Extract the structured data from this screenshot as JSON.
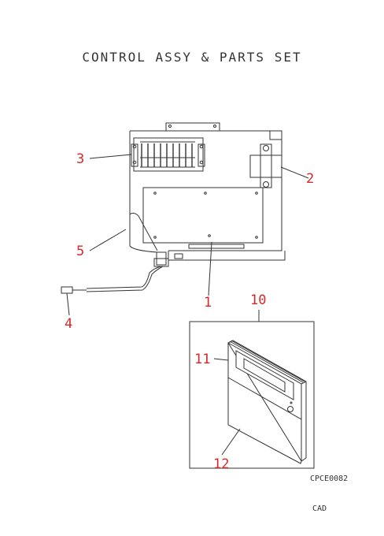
{
  "title": "CONTROL ASSY & PARTS SET",
  "drawing_code": "CPCE0082",
  "footer_label": "CAD",
  "callouts": [
    "1",
    "2",
    "3",
    "4",
    "5",
    "10",
    "11",
    "12"
  ],
  "colors": {
    "line": "#333333",
    "callout": "#d8282a"
  }
}
